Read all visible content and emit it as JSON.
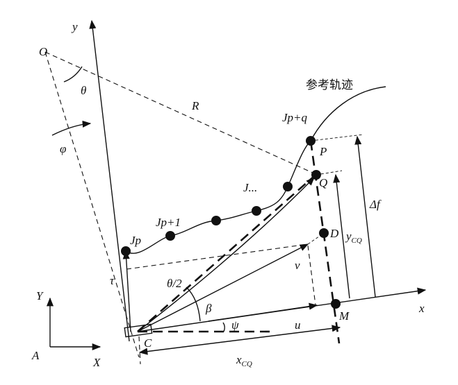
{
  "title": "参考轨迹",
  "labels": {
    "y_axis": "y",
    "x_axis": "x",
    "origin_O": "O",
    "theta": "θ",
    "phi": "φ",
    "R": "R",
    "Jp": "Jp",
    "Jp1": "Jp+1",
    "Jdots": "J...",
    "Jpq": "Jp+q",
    "P": "P",
    "Q": "Q",
    "D": "D",
    "M": "M",
    "C": "C",
    "delta_f": "Δf",
    "y_cq": "y",
    "y_cq_sub": "CQ",
    "x_cq": "x",
    "x_cq_sub": "CQ",
    "v": "v",
    "u": "u",
    "tau": "τ",
    "theta_half": "θ/2",
    "beta": "β",
    "psi": "ψ",
    "frame_Y": "Y",
    "frame_X": "X",
    "frame_A": "A"
  }
}
